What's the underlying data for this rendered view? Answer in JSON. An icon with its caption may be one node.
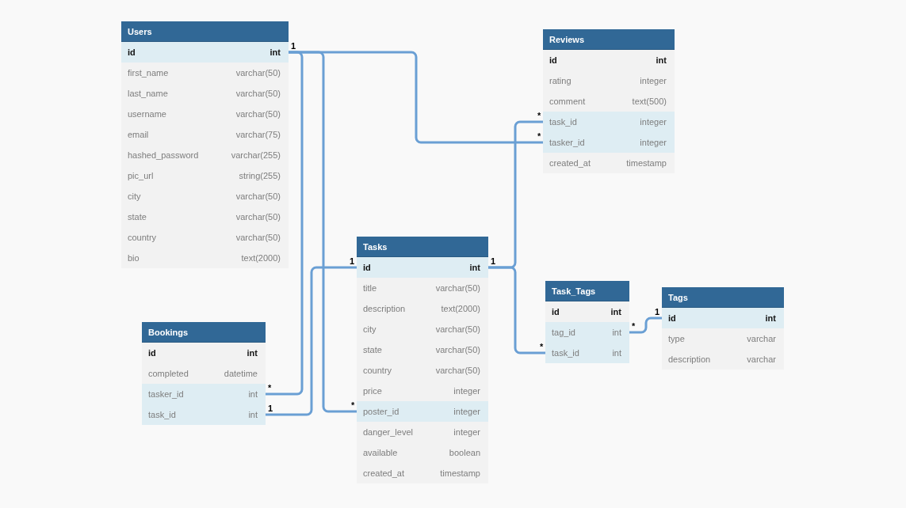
{
  "diagram": {
    "nodes": [
      {
        "text": [
          "Users"
        ]
      },
      {
        "text": [
          "id",
          "int"
        ],
        "in": 0,
        "beside": [
          "1"
        ]
      },
      {
        "text": [
          "first_name",
          "varchar(50)"
        ],
        "in": 0
      },
      {
        "text": [
          "last_name",
          "varchar(50)"
        ],
        "in": 0
      },
      {
        "text": [
          "username",
          "varchar(50)"
        ],
        "in": 0
      },
      {
        "text": [
          "email",
          "varchar(75)"
        ],
        "in": 0
      },
      {
        "text": [
          "hashed_password",
          "varchar(255)"
        ],
        "in": 0
      },
      {
        "text": [
          "pic_url",
          "string(255)"
        ],
        "in": 0
      },
      {
        "text": [
          "city",
          "varchar(50)"
        ],
        "in": 0
      },
      {
        "text": [
          "state",
          "varchar(50)"
        ],
        "in": 0
      },
      {
        "text": [
          "country",
          "varchar(50)"
        ],
        "in": 0
      },
      {
        "text": [
          "bio",
          "text(2000)"
        ],
        "in": 0
      },
      {
        "text": [
          "Reviews"
        ]
      },
      {
        "text": [
          "id",
          "int"
        ],
        "in": 12
      },
      {
        "text": [
          "rating",
          "integer"
        ],
        "in": 12
      },
      {
        "text": [
          "comment",
          "text(500)"
        ],
        "in": 12
      },
      {
        "text": [
          "task_id",
          "integer"
        ],
        "in": 12,
        "beside": [
          "*"
        ]
      },
      {
        "text": [
          "tasker_id",
          "integer"
        ],
        "in": 12,
        "beside": [
          "*"
        ]
      },
      {
        "text": [
          "created_at",
          "timestamp"
        ],
        "in": 12
      },
      {
        "text": [
          "Tasks"
        ]
      },
      {
        "text": [
          "id",
          "int"
        ],
        "in": 19,
        "beside": [
          "1",
          "1"
        ]
      },
      {
        "text": [
          "title",
          "varchar(50)"
        ],
        "in": 19
      },
      {
        "text": [
          "description",
          "text(2000)"
        ],
        "in": 19
      },
      {
        "text": [
          "city",
          "varchar(50)"
        ],
        "in": 19
      },
      {
        "text": [
          "state",
          "varchar(50)"
        ],
        "in": 19
      },
      {
        "text": [
          "country",
          "varchar(50)"
        ],
        "in": 19
      },
      {
        "text": [
          "price",
          "integer"
        ],
        "in": 19
      },
      {
        "text": [
          "poster_id",
          "integer"
        ],
        "in": 19,
        "beside": [
          "*"
        ]
      },
      {
        "text": [
          "danger_level",
          "integer"
        ],
        "in": 19
      },
      {
        "text": [
          "available",
          "boolean"
        ],
        "in": 19
      },
      {
        "text": [
          "created_at",
          "timestamp"
        ],
        "in": 19
      },
      {
        "text": [
          "Task_Tags"
        ]
      },
      {
        "text": [
          "id",
          "int"
        ],
        "in": 31
      },
      {
        "text": [
          "tag_id",
          "int"
        ],
        "in": 31,
        "beside": [
          "*"
        ]
      },
      {
        "text": [
          "task_id",
          "int"
        ],
        "in": 31,
        "beside": [
          "*"
        ]
      },
      {
        "text": [
          "Tags"
        ]
      },
      {
        "text": [
          "id",
          "int"
        ],
        "in": 35,
        "beside": [
          "1"
        ]
      },
      {
        "text": [
          "type",
          "varchar"
        ],
        "in": 35
      },
      {
        "text": [
          "description",
          "varchar"
        ],
        "in": 35
      },
      {
        "text": [
          "Bookings"
        ]
      },
      {
        "text": [
          "id",
          "int"
        ],
        "in": 39
      },
      {
        "text": [
          "completed",
          "datetime"
        ],
        "in": 39
      },
      {
        "text": [
          "tasker_id",
          "int"
        ],
        "in": 39,
        "beside": [
          "*"
        ]
      },
      {
        "text": [
          "task_id",
          "int"
        ],
        "in": 39,
        "beside": [
          "1"
        ]
      }
    ],
    "edges": [
      {
        "from": 1,
        "to": 17,
        "arrow": "none"
      },
      {
        "from": 1,
        "to": 27,
        "arrow": "none"
      },
      {
        "from": 1,
        "to": 42,
        "arrow": "none"
      },
      {
        "from": 20,
        "to": 43,
        "arrow": "none"
      },
      {
        "from": 20,
        "to": 16,
        "arrow": "none"
      },
      {
        "from": 20,
        "to": 34,
        "arrow": "none"
      },
      {
        "from": 36,
        "to": 33,
        "arrow": "none"
      }
    ]
  }
}
